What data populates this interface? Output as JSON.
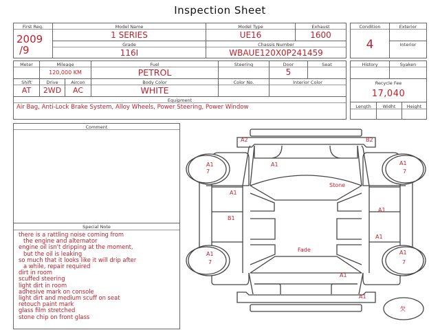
{
  "title": "Inspection Sheet",
  "header": {
    "first_reg_label": "First Reg.",
    "first_reg_year": "2009",
    "first_reg_month": "/9",
    "model_name_label": "Model Name",
    "model_name": "1 SERIES",
    "model_type_label": "Model Type",
    "model_type": "UE16",
    "exhaust_label": "Exhaust",
    "exhaust": "1600",
    "grade_label": "Grade",
    "grade": "116I",
    "chassis_label": "Chassis Number",
    "chassis": "WBAUE120X0P241459"
  },
  "condition": {
    "condition_label": "Condition",
    "condition": "4",
    "exterior_label": "Exterior",
    "exterior": "",
    "interior_label": "Interior",
    "interior": ""
  },
  "specs": {
    "meter_label": "Meter",
    "mileage_label": "Mileage",
    "mileage": "120,000 KM",
    "fuel_label": "Fuel",
    "fuel": "PETROL",
    "steering_label": "Steering",
    "door_label": "Door",
    "door": "5",
    "seat_label": "Seat",
    "shift_label": "Shift",
    "shift": "AT",
    "drive_label": "Drive",
    "drive": "2WD",
    "aircon_label": "Aircon",
    "aircon": "AC",
    "body_color_label": "Body Color",
    "body_color": "WHITE",
    "color_no_label": "Color No.",
    "interior_color_label": "Interior Color",
    "equipment_label": "Equipment",
    "equipment": "Air Bag, Anti-Lock Brake System, Alloy Wheels, Power Steering, Power Window"
  },
  "side_info": {
    "history_label": "History",
    "syaken_label": "Syaken",
    "recycle_fee_label": "Recycle Fee",
    "recycle_fee": "17,040",
    "length_label": "Length",
    "width_label": "Widht",
    "height_label": "Height"
  },
  "comment_label": "Comment",
  "special_note_label": "Special Note",
  "special_notes": [
    {
      "text": "there is a rattling noise coming from",
      "indent": false
    },
    {
      "text": "the engine and alternator",
      "indent": true
    },
    {
      "text": "engine oil isn't dripping at the moment,",
      "indent": false
    },
    {
      "text": "but the oil is leaking",
      "indent": true
    },
    {
      "text": "so much that it looks like it will drip after",
      "indent": false
    },
    {
      "text": "a while, repair required",
      "indent": true
    },
    {
      "text": "dirt in room",
      "indent": false
    },
    {
      "text": "scuffed steering",
      "indent": false
    },
    {
      "text": "light dirt in room",
      "indent": false
    },
    {
      "text": "adhesive mark on console",
      "indent": false
    },
    {
      "text": "light dirt and medium scuff on seat",
      "indent": false
    },
    {
      "text": "retouch paint mark",
      "indent": false
    },
    {
      "text": "glass film stretched",
      "indent": false
    },
    {
      "text": "stone chip on front glass",
      "indent": false
    }
  ],
  "diagram": {
    "marks": {
      "rear_bumper_left": "A2",
      "rear_bumper_right": "B2",
      "trunk": "A1",
      "rear_glass": "Stone",
      "left_rear_door": "A1",
      "left_front_door": "B1",
      "right_rear_door": "A1",
      "right_front_door": "A1",
      "roof": "Fade",
      "hood": "A1",
      "front_bumper": "A1",
      "wheel_lr_top": "A1",
      "wheel_lr_bottom": "7",
      "wheel_rr_top": "A1",
      "wheel_rr_bottom": "7",
      "wheel_lf_top": "A1",
      "wheel_lf_bottom": "7",
      "wheel_rf_top": "A1",
      "wheel_rf_bottom": "7",
      "missing_circle": "欠"
    }
  }
}
